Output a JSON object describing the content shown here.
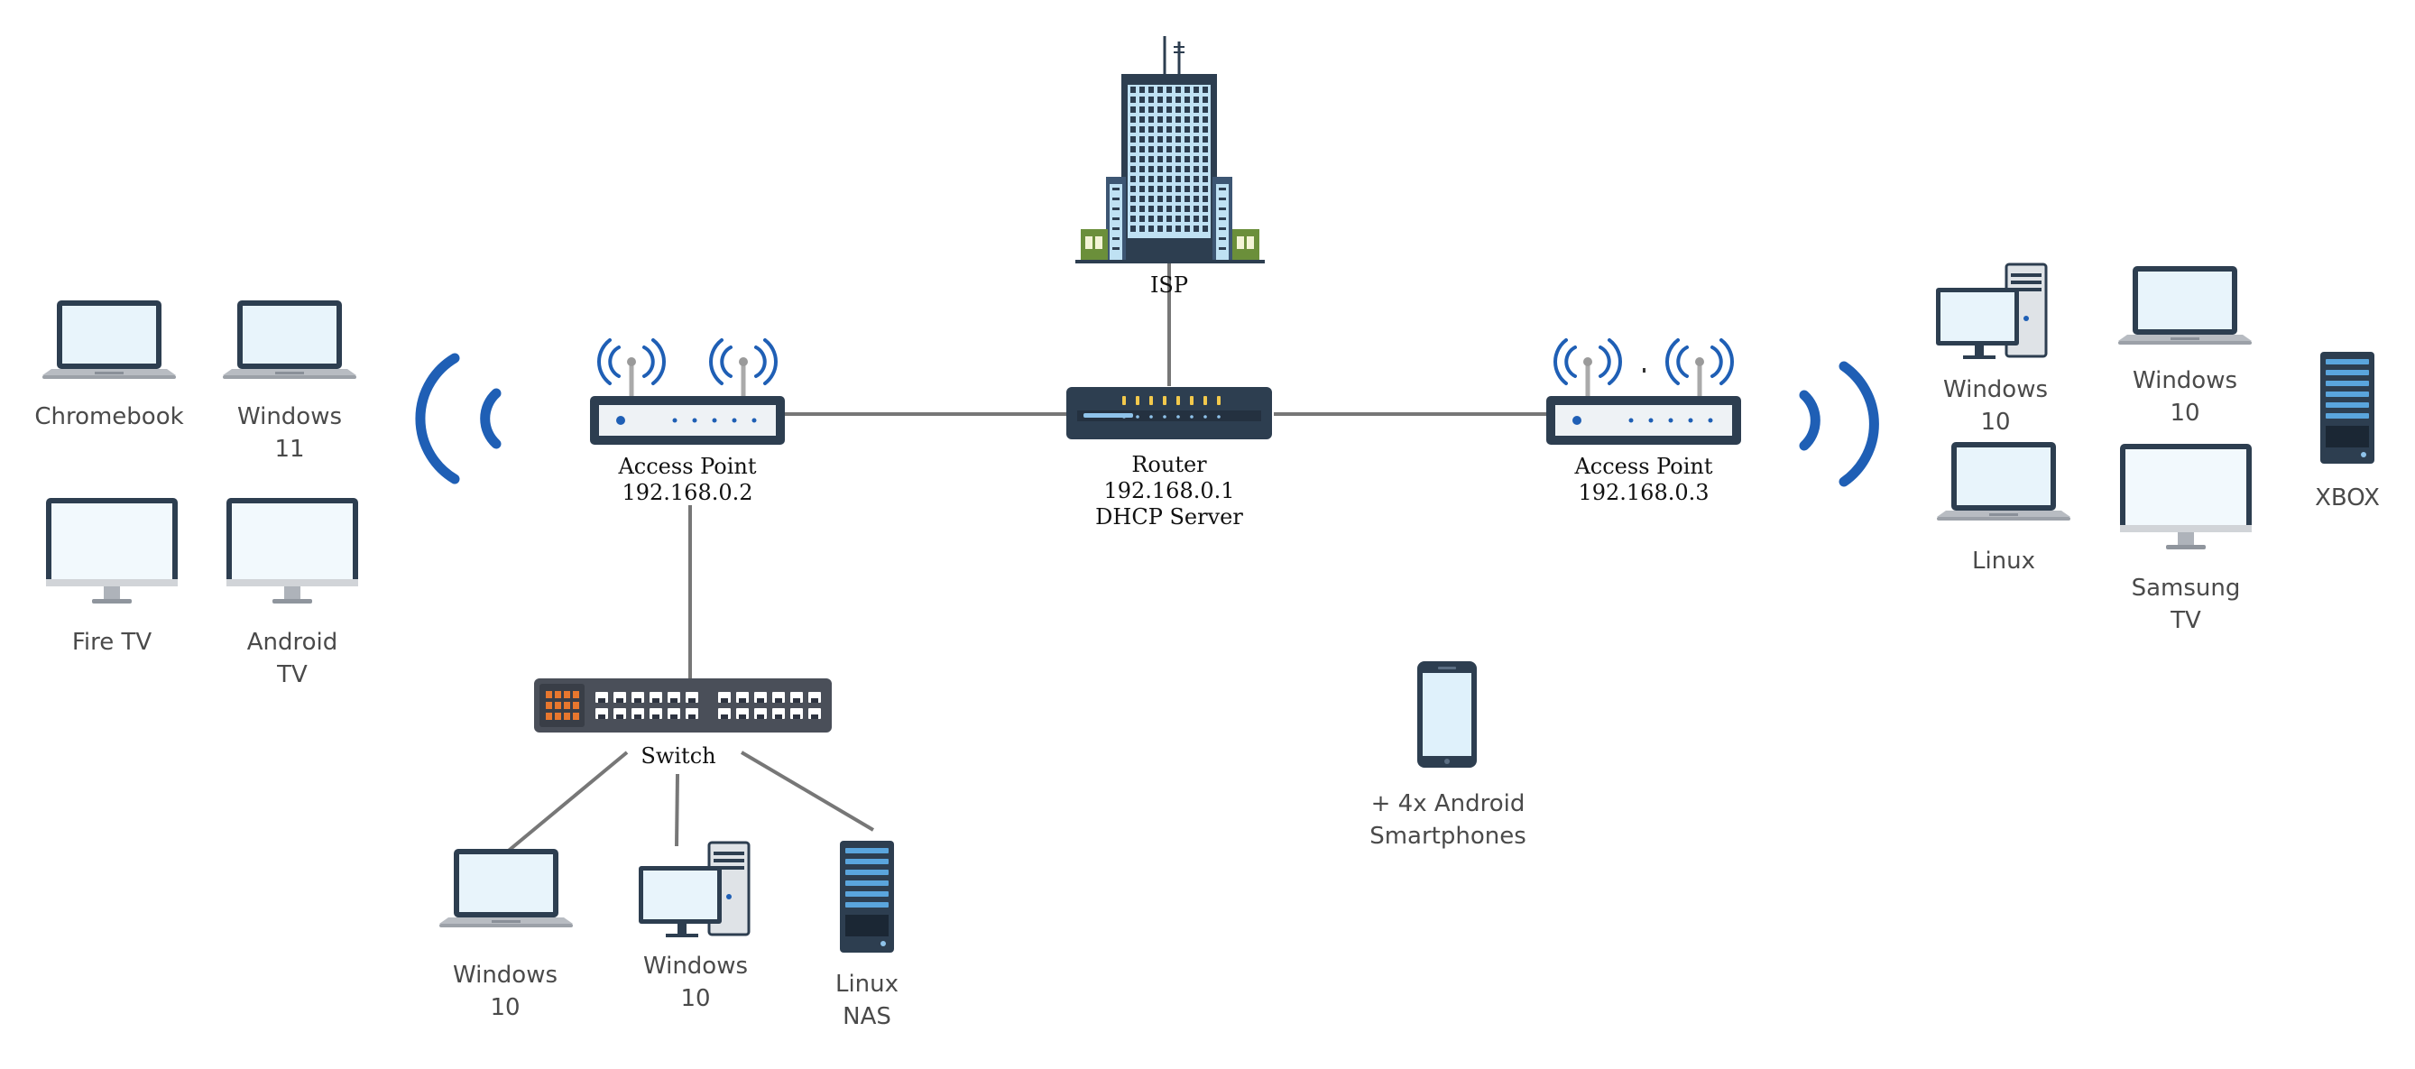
{
  "colors": {
    "device_dark": "#2d3e50",
    "screen": "#e8f4fb",
    "silver": "#b8bcc2",
    "wifi_blue": "#1f5fb5",
    "link_gray": "#777777",
    "switch_body": "#4a4f59",
    "port_orange": "#e8772e",
    "led_yellow": "#f2c94c"
  },
  "isp": {
    "label": "ISP"
  },
  "router": {
    "label": "Router",
    "ip": "192.168.0.1",
    "role": "DHCP Server"
  },
  "ap_left": {
    "label": "Access Point",
    "ip": "192.168.0.2"
  },
  "ap_right": {
    "label": "Access Point",
    "ip": "192.168.0.3"
  },
  "switch": {
    "label": "Switch"
  },
  "left_devices": {
    "chromebook": {
      "line1": "Chromebook"
    },
    "windows11": {
      "line1": "Windows",
      "line2": "11"
    },
    "firetv": {
      "line1": "Fire TV"
    },
    "androidtv": {
      "line1": "Android",
      "line2": "TV"
    }
  },
  "switch_devices": {
    "laptop": {
      "line1": "Windows",
      "line2": "10"
    },
    "desktop": {
      "line1": "Windows",
      "line2": "10"
    },
    "nas": {
      "line1": "Linux",
      "line2": "NAS"
    }
  },
  "right_devices": {
    "desktop": {
      "line1": "Windows",
      "line2": "10"
    },
    "laptop_top": {
      "line1": "Windows",
      "line2": "10"
    },
    "linux": {
      "line1": "Linux"
    },
    "samsung": {
      "line1": "Samsung",
      "line2": "TV"
    },
    "xbox": {
      "line1": "XBOX"
    }
  },
  "phones": {
    "line1": "+ 4x Android",
    "line2": "Smartphones"
  }
}
